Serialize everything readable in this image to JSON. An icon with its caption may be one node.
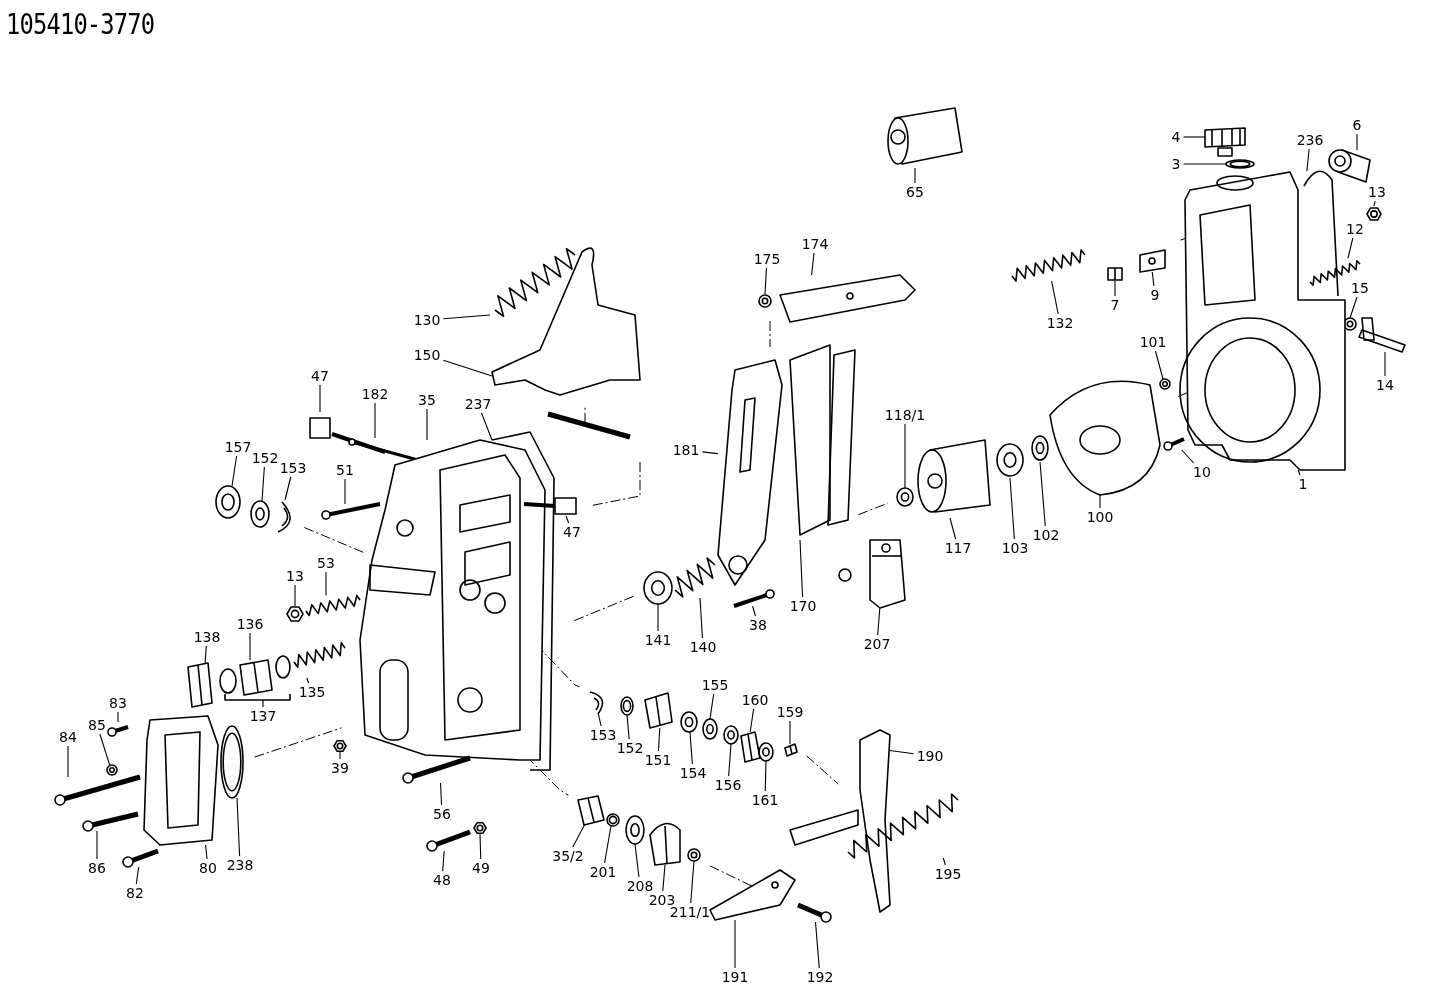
{
  "diagram": {
    "title": "105410-3770",
    "nodes": [
      {
        "text": [
          "4"
        ]
      },
      {
        "text": [
          "3"
        ]
      },
      {
        "text": [
          "236"
        ]
      },
      {
        "text": [
          "6"
        ]
      },
      {
        "text": [
          "13"
        ]
      },
      {
        "text": [
          "12"
        ]
      },
      {
        "text": [
          "15"
        ]
      },
      {
        "text": [
          "14"
        ]
      },
      {
        "text": [
          "7"
        ]
      },
      {
        "text": [
          "9"
        ]
      },
      {
        "text": [
          "132"
        ]
      },
      {
        "text": [
          "101"
        ]
      },
      {
        "text": [
          "10"
        ]
      },
      {
        "text": [
          "1"
        ]
      },
      {
        "text": [
          "100"
        ]
      },
      {
        "text": [
          "102"
        ]
      },
      {
        "text": [
          "103"
        ]
      },
      {
        "text": [
          "117"
        ]
      },
      {
        "text": [
          "118/1"
        ]
      },
      {
        "text": [
          "65"
        ]
      },
      {
        "text": [
          "175"
        ]
      },
      {
        "text": [
          "174"
        ]
      },
      {
        "text": [
          "181"
        ]
      },
      {
        "text": [
          "170"
        ]
      },
      {
        "text": [
          "207"
        ]
      },
      {
        "text": [
          "38"
        ]
      },
      {
        "text": [
          "140"
        ]
      },
      {
        "text": [
          "141"
        ]
      },
      {
        "text": [
          "130"
        ]
      },
      {
        "text": [
          "150"
        ]
      },
      {
        "text": [
          "47"
        ]
      },
      {
        "text": [
          "182"
        ]
      },
      {
        "text": [
          "35"
        ]
      },
      {
        "text": [
          "237"
        ]
      },
      {
        "text": [
          "157"
        ]
      },
      {
        "text": [
          "152"
        ]
      },
      {
        "text": [
          "153"
        ]
      },
      {
        "text": [
          "51"
        ]
      },
      {
        "text": [
          "47"
        ]
      },
      {
        "text": [
          "13"
        ]
      },
      {
        "text": [
          "53"
        ]
      },
      {
        "text": [
          "136"
        ]
      },
      {
        "text": [
          "138"
        ]
      },
      {
        "text": [
          "137"
        ]
      },
      {
        "text": [
          "135"
        ]
      },
      {
        "text": [
          "83"
        ]
      },
      {
        "text": [
          "85"
        ]
      },
      {
        "text": [
          "84"
        ]
      },
      {
        "text": [
          "86"
        ]
      },
      {
        "text": [
          "82"
        ]
      },
      {
        "text": [
          "80"
        ]
      },
      {
        "text": [
          "238"
        ]
      },
      {
        "text": [
          "39"
        ]
      },
      {
        "text": [
          "56"
        ]
      },
      {
        "text": [
          "48"
        ]
      },
      {
        "text": [
          "49"
        ]
      },
      {
        "text": [
          "153"
        ]
      },
      {
        "text": [
          "152"
        ]
      },
      {
        "text": [
          "151"
        ]
      },
      {
        "text": [
          "155"
        ]
      },
      {
        "text": [
          "154"
        ]
      },
      {
        "text": [
          "156"
        ]
      },
      {
        "text": [
          "160"
        ]
      },
      {
        "text": [
          "159"
        ]
      },
      {
        "text": [
          "161"
        ]
      },
      {
        "text": [
          "190"
        ]
      },
      {
        "text": [
          "195"
        ]
      },
      {
        "text": [
          "35/2"
        ]
      },
      {
        "text": [
          "201"
        ]
      },
      {
        "text": [
          "208"
        ]
      },
      {
        "text": [
          "203"
        ]
      },
      {
        "text": [
          "211/1"
        ]
      },
      {
        "text": [
          "191"
        ]
      },
      {
        "text": [
          "192"
        ]
      },
      {
        "text": [],
        "shape": "picture"
      },
      {
        "text": [],
        "shape": "picture"
      },
      {
        "text": [],
        "shape": "picture"
      },
      {
        "text": [],
        "shape": "picture"
      },
      {
        "text": [],
        "shape": "picture"
      },
      {
        "text": [],
        "shape": "picture"
      },
      {
        "text": [],
        "shape": "picture"
      },
      {
        "text": [],
        "shape": "picture"
      },
      {
        "text": [],
        "shape": "picture"
      },
      {
        "text": [],
        "shape": "picture"
      },
      {
        "text": [],
        "shape": "picture"
      },
      {
        "text": [],
        "shape": "picture"
      },
      {
        "text": [],
        "shape": "picture"
      },
      {
        "text": [],
        "shape": "picture"
      },
      {
        "text": [],
        "shape": "picture"
      },
      {
        "text": [],
        "shape": "picture"
      },
      {
        "text": [],
        "shape": "picture"
      },
      {
        "text": [],
        "shape": "picture"
      },
      {
        "text": [],
        "shape": "picture"
      },
      {
        "text": [],
        "shape": "picture"
      },
      {
        "text": [],
        "shape": "picture"
      },
      {
        "text": [],
        "shape": "picture"
      },
      {
        "text": [],
        "shape": "picture"
      },
      {
        "text": [],
        "shape": "picture"
      },
      {
        "text": [],
        "shape": "picture"
      },
      {
        "text": [],
        "shape": "picture"
      },
      {
        "text": [],
        "shape": "picture"
      },
      {
        "text": [],
        "shape": "picture"
      },
      {
        "text": [],
        "shape": "picture"
      },
      {
        "text": [],
        "shape": "picture"
      },
      {
        "text": [],
        "shape": "picture"
      },
      {
        "text": [],
        "shape": "picture"
      },
      {
        "text": [],
        "shape": "picture"
      },
      {
        "text": [],
        "shape": "picture"
      },
      {
        "text": [],
        "shape": "picture"
      },
      {
        "text": [],
        "shape": "picture"
      },
      {
        "text": [],
        "shape": "picture"
      },
      {
        "text": [],
        "shape": "picture"
      },
      {
        "text": [],
        "shape": "picture"
      },
      {
        "text": [],
        "shape": "picture"
      },
      {
        "text": [],
        "shape": "picture"
      },
      {
        "text": [],
        "shape": "picture"
      },
      {
        "text": [],
        "shape": "picture"
      },
      {
        "text": [],
        "shape": "picture"
      },
      {
        "text": [],
        "shape": "picture"
      },
      {
        "text": [],
        "shape": "picture"
      },
      {
        "text": [],
        "shape": "picture"
      },
      {
        "text": [],
        "shape": "picture"
      },
      {
        "text": [],
        "shape": "picture"
      },
      {
        "text": [],
        "shape": "picture"
      },
      {
        "text": [],
        "shape": "picture"
      },
      {
        "text": [],
        "shape": "picture"
      },
      {
        "text": [],
        "shape": "picture"
      },
      {
        "text": [],
        "shape": "picture"
      },
      {
        "text": [],
        "shape": "picture"
      },
      {
        "text": [],
        "shape": "picture"
      },
      {
        "text": [],
        "shape": "picture"
      },
      {
        "text": [],
        "shape": "picture"
      },
      {
        "text": [],
        "shape": "picture"
      },
      {
        "text": [],
        "shape": "picture"
      },
      {
        "text": [],
        "shape": "picture"
      },
      {
        "text": [],
        "shape": "picture"
      },
      {
        "text": [],
        "shape": "picture"
      },
      {
        "text": [],
        "shape": "picture"
      },
      {
        "text": [],
        "shape": "picture"
      },
      {
        "text": [],
        "shape": "picture"
      },
      {
        "text": [],
        "shape": "picture"
      },
      {
        "text": [],
        "shape": "picture"
      },
      {
        "text": [],
        "shape": "picture"
      },
      {
        "text": [],
        "shape": "picture"
      },
      {
        "text": [],
        "shape": "picture"
      },
      {
        "text": [],
        "shape": "picture"
      },
      {
        "text": [],
        "shape": "picture"
      },
      {
        "text": [],
        "shape": "picture"
      }
    ],
    "edges": [
      {
        "from": 0,
        "to": 74,
        "arrow": "none"
      },
      {
        "from": 1,
        "to": 75,
        "arrow": "none"
      },
      {
        "from": 2,
        "to": 76,
        "arrow": "none"
      },
      {
        "from": 3,
        "to": 77,
        "arrow": "none"
      },
      {
        "from": 4,
        "to": 78,
        "arrow": "none"
      },
      {
        "from": 5,
        "to": 79,
        "arrow": "none"
      },
      {
        "from": 6,
        "to": 80,
        "arrow": "none"
      },
      {
        "from": 7,
        "to": 81,
        "arrow": "none"
      },
      {
        "from": 8,
        "to": 82,
        "arrow": "none"
      },
      {
        "from": 9,
        "to": 83,
        "arrow": "none"
      },
      {
        "from": 10,
        "to": 84,
        "arrow": "none"
      },
      {
        "from": 11,
        "to": 85,
        "arrow": "none"
      },
      {
        "from": 12,
        "to": 86,
        "arrow": "none"
      },
      {
        "from": 13,
        "to": 87,
        "arrow": "none"
      },
      {
        "from": 14,
        "to": 88,
        "arrow": "none"
      },
      {
        "from": 15,
        "to": 89,
        "arrow": "none"
      },
      {
        "from": 16,
        "to": 90,
        "arrow": "none"
      },
      {
        "from": 17,
        "to": 91,
        "arrow": "none"
      },
      {
        "from": 18,
        "to": 92,
        "arrow": "none"
      },
      {
        "from": 19,
        "to": 93,
        "arrow": "none"
      },
      {
        "from": 20,
        "to": 94,
        "arrow": "none"
      },
      {
        "from": 21,
        "to": 95,
        "arrow": "none"
      },
      {
        "from": 22,
        "to": 96,
        "arrow": "none"
      },
      {
        "from": 23,
        "to": 97,
        "arrow": "none"
      },
      {
        "from": 24,
        "to": 98,
        "arrow": "none"
      },
      {
        "from": 25,
        "to": 99,
        "arrow": "none"
      },
      {
        "from": 26,
        "to": 100,
        "arrow": "none"
      },
      {
        "from": 27,
        "to": 101,
        "arrow": "none"
      },
      {
        "from": 28,
        "to": 102,
        "arrow": "none"
      },
      {
        "from": 29,
        "to": 103,
        "arrow": "none"
      },
      {
        "from": 30,
        "to": 104,
        "arrow": "none"
      },
      {
        "from": 31,
        "to": 105,
        "arrow": "none"
      },
      {
        "from": 32,
        "to": 106,
        "arrow": "none"
      },
      {
        "from": 33,
        "to": 107,
        "arrow": "none"
      },
      {
        "from": 34,
        "to": 108,
        "arrow": "none"
      },
      {
        "from": 35,
        "to": 109,
        "arrow": "none"
      },
      {
        "from": 36,
        "to": 110,
        "arrow": "none"
      },
      {
        "from": 37,
        "to": 111,
        "arrow": "none"
      },
      {
        "from": 38,
        "to": 112,
        "arrow": "none"
      },
      {
        "from": 39,
        "to": 113,
        "arrow": "none"
      },
      {
        "from": 40,
        "to": 114,
        "arrow": "none"
      },
      {
        "from": 41,
        "to": 115,
        "arrow": "none"
      },
      {
        "from": 42,
        "to": 116,
        "arrow": "none"
      },
      {
        "from": 43,
        "to": 117,
        "arrow": "none"
      },
      {
        "from": 44,
        "to": 118,
        "arrow": "none"
      },
      {
        "from": 45,
        "to": 119,
        "arrow": "none"
      },
      {
        "from": 46,
        "to": 120,
        "arrow": "none"
      },
      {
        "from": 47,
        "to": 121,
        "arrow": "none"
      },
      {
        "from": 48,
        "to": 122,
        "arrow": "none"
      },
      {
        "from": 49,
        "to": 123,
        "arrow": "none"
      },
      {
        "from": 50,
        "to": 124,
        "arrow": "none"
      },
      {
        "from": 51,
        "to": 125,
        "arrow": "none"
      },
      {
        "from": 52,
        "to": 126,
        "arrow": "none"
      },
      {
        "from": 53,
        "to": 127,
        "arrow": "none"
      },
      {
        "from": 54,
        "to": 128,
        "arrow": "none"
      },
      {
        "from": 55,
        "to": 129,
        "arrow": "none"
      },
      {
        "from": 56,
        "to": 130,
        "arrow": "none"
      },
      {
        "from": 57,
        "to": 131,
        "arrow": "none"
      },
      {
        "from": 58,
        "to": 132,
        "arrow": "none"
      },
      {
        "from": 59,
        "to": 133,
        "arrow": "none"
      },
      {
        "from": 60,
        "to": 134,
        "arrow": "none"
      },
      {
        "from": 61,
        "to": 135,
        "arrow": "none"
      },
      {
        "from": 62,
        "to": 136,
        "arrow": "none"
      },
      {
        "from": 63,
        "to": 137,
        "arrow": "none"
      },
      {
        "from": 64,
        "to": 138,
        "arrow": "none"
      },
      {
        "from": 65,
        "to": 139,
        "arrow": "none"
      },
      {
        "from": 66,
        "to": 140,
        "arrow": "none"
      },
      {
        "from": 67,
        "to": 141,
        "arrow": "none"
      },
      {
        "from": 68,
        "to": 142,
        "arrow": "none"
      },
      {
        "from": 69,
        "to": 143,
        "arrow": "none"
      },
      {
        "from": 70,
        "to": 144,
        "arrow": "none"
      },
      {
        "from": 71,
        "to": 145,
        "arrow": "none"
      },
      {
        "from": 72,
        "to": 146,
        "arrow": "none"
      },
      {
        "from": 73,
        "to": 147,
        "arrow": "none"
      }
    ]
  }
}
